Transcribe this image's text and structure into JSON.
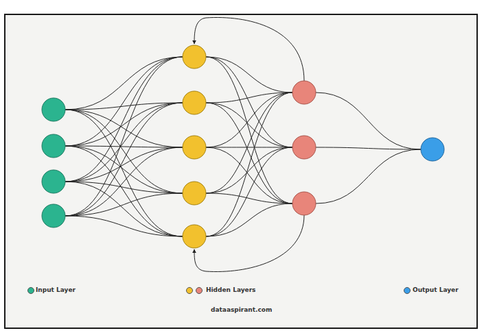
{
  "diagram": {
    "labels": [
      "dataaspirant.com"
    ],
    "legend": [
      {
        "text": "Input Layer",
        "color": "#2bb48f"
      },
      {
        "text": "Hidden Layers",
        "color": "#f2c12e"
      },
      {
        "text": "Output Layer",
        "color": "#3a9ee8"
      }
    ]
  }
}
